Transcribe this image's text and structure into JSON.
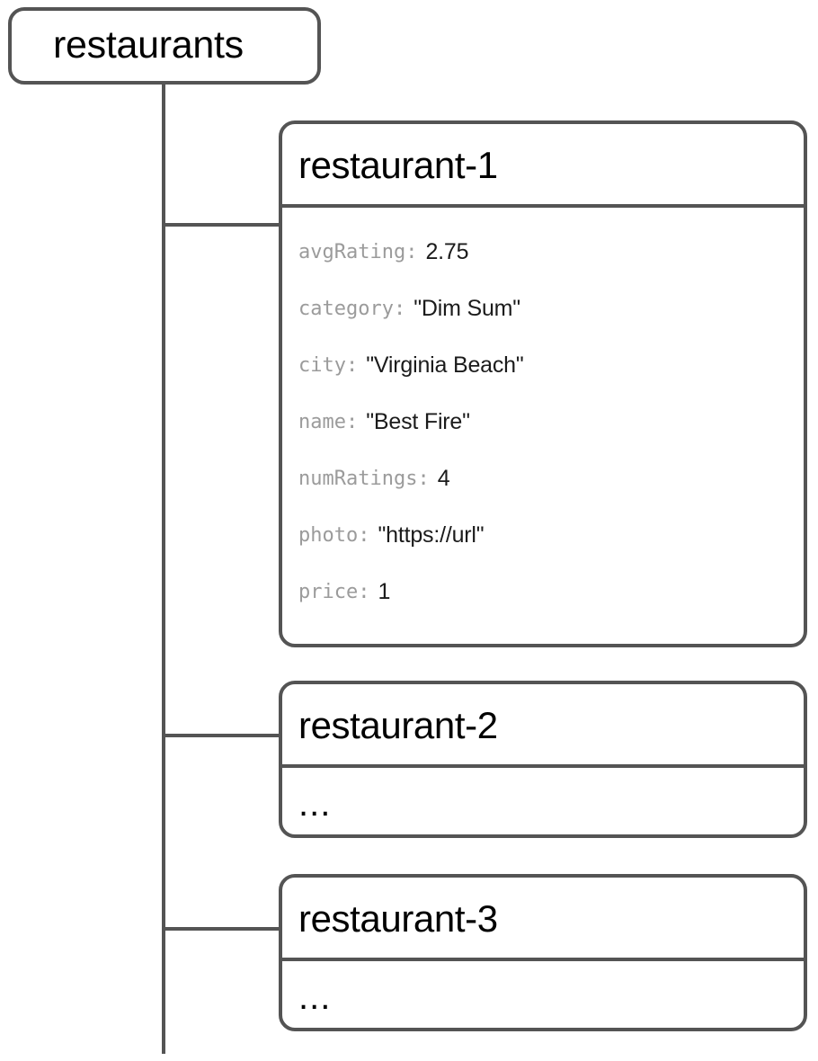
{
  "diagram": {
    "type": "firestore-data-model-tree",
    "root": {
      "label": "restaurants",
      "kind": "collection"
    },
    "documents": [
      {
        "id": "restaurant-1",
        "fields": [
          {
            "key": "avgRating:",
            "value": "2.75"
          },
          {
            "key": "category:",
            "value": "\"Dim Sum\""
          },
          {
            "key": "city:",
            "value": "\"Virginia Beach\""
          },
          {
            "key": "name:",
            "value": "\"Best Fire\""
          },
          {
            "key": "numRatings:",
            "value": "4"
          },
          {
            "key": "photo:",
            "value": "\"https://url\""
          },
          {
            "key": "price:",
            "value": "1"
          }
        ]
      },
      {
        "id": "restaurant-2",
        "placeholder": "..."
      },
      {
        "id": "restaurant-3",
        "placeholder": "..."
      }
    ],
    "colors": {
      "stroke": "#545454",
      "background": "#ffffff",
      "title_text": "#000000",
      "field_key_text": "#9b9b9b",
      "field_value_text": "#1b1b1b"
    }
  }
}
